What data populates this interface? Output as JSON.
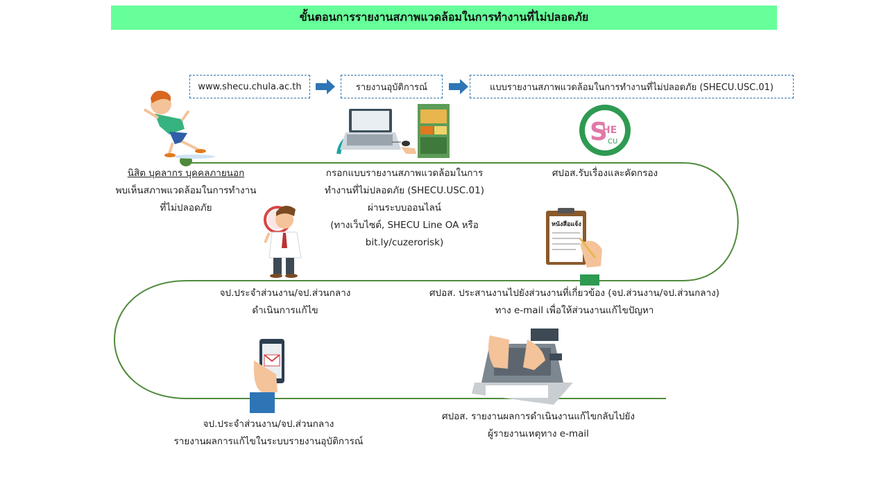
{
  "title": "ขั้นตอนการรายงานสภาพแวดล้อมในการทำงานที่ไม่ปลอดภัย",
  "top_boxes": {
    "website": "www.shecu.chula.ac.th",
    "incident_report": "รายงานอุบัติการณ์",
    "form": "แบบรายงานสภาพแวดล้อมในการทำงานที่ไม่ปลอดภัย (SHECU.USC.01)"
  },
  "logo_text": "SHE CU",
  "notice_paper_text": "หนังสือแจ้ง",
  "steps": {
    "s1_line1": "นิสิต บุคลากร บุคคลภายนอก",
    "s1_line2": "พบเห็นสภาพแวดล้อมในการทำงาน",
    "s1_line3": "ที่ไม่ปลอดภัย",
    "s2_line1": "กรอกแบบรายงานสภาพแวดล้อมในการ",
    "s2_line2": "ทำงานที่ไม่ปลอดภัย (SHECU.USC.01)",
    "s2_line3": "ผ่านระบบออนไลน์",
    "s2_line4": "(ทางเว็บไซต์, SHECU Line OA หรือ",
    "s2_line5": "bit.ly/cuzerorisk)",
    "s3_line1": "ศปอส.รับเรื่องและคัดกรอง",
    "s4_line1": "ศปอส. ประสานงานไปยังส่วนงานที่เกี่ยวข้อง (จป.ส่วนงาน/จป.ส่วนกลาง)",
    "s4_line2": "ทาง e-mail เพื่อให้ส่วนงานแก้ไขปัญหา",
    "s5_line1": "จป.ประจำส่วนงาน/จป.ส่วนกลาง",
    "s5_line2": "ดำเนินการแก้ไข",
    "s6_line1": "ศปอส. รายงานผลการดำเนินงานแก้ไขกลับไปยัง",
    "s6_line2": "ผู้รายงานเหตุทาง e-mail",
    "s7_line1": "จป.ประจำส่วนงาน/จป.ส่วนกลาง",
    "s7_line2": "รายงานผลการแก้ไขในระบบรายงานอุบัติการณ์"
  },
  "colors": {
    "title_bg": "#66ff99",
    "path_line": "#4e8a3a",
    "arrow": "#2e75b6",
    "box_border": "#2e6fa8"
  },
  "icons": [
    "falling-person-icon",
    "laptop-form-icon",
    "shecu-logo-icon",
    "detective-man-icon",
    "clipboard-notice-icon",
    "smartphone-mail-icon",
    "typing-laptop-icon"
  ]
}
